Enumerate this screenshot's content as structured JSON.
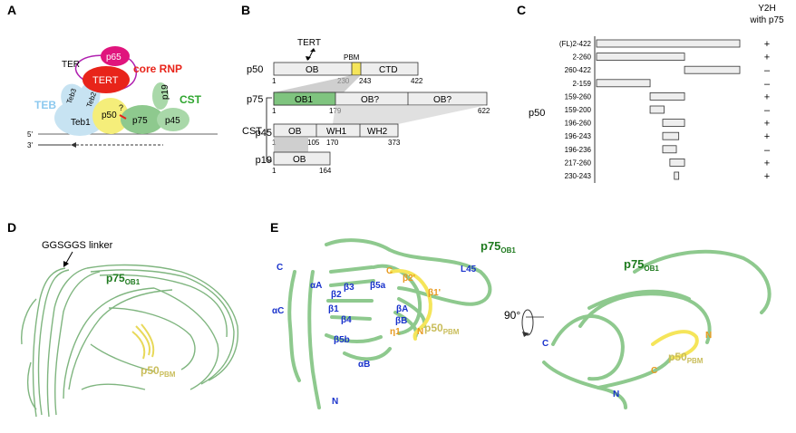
{
  "panels": {
    "A": "A",
    "B": "B",
    "C": "C",
    "D": "D",
    "E": "E"
  },
  "colors": {
    "ob_green": "#7fc47f",
    "protein_green": "#8ec98e",
    "pbm_yellow": "#f5e55a",
    "tert_red": "#e8241a",
    "p65_pink": "#e0157d",
    "teb_blue": "#c7e3f2",
    "box_gray": "#eeeeee",
    "cst_label": "#2ea52e",
    "teb_label": "#8cc9ef",
    "core_rnp_label": "#e8241a",
    "sse_blue": "#1a33cc",
    "sse_orange": "#e89a20",
    "pbm_label": "#c9bd5a",
    "p75_label": "#1e7a1e"
  },
  "panel_a": {
    "p65": "p65",
    "core_rnp": "core RNP",
    "ter": "TER",
    "tert": "TERT",
    "teb": "TEB",
    "teb3": "Teb3",
    "teb2": "Teb2",
    "teb1": "Teb1",
    "p50": "p50",
    "p19": "p19",
    "cst": "CST",
    "p75": "p75",
    "p45": "p45",
    "question": "?",
    "five_prime": "5'",
    "three_prime": "3'"
  },
  "panel_b": {
    "tert": "TERT",
    "pbm": "PBM",
    "cst": "CST",
    "proteins": [
      {
        "name": "p50",
        "domains": [
          "OB",
          "CTD"
        ],
        "numbers": [
          "1",
          "230",
          "243",
          "422"
        ]
      },
      {
        "name": "p75",
        "domains": [
          "OB1",
          "OB?",
          "OB?"
        ],
        "numbers": [
          "1",
          "179",
          "622"
        ]
      },
      {
        "name": "p45",
        "domains": [
          "OB",
          "WH1",
          "WH2"
        ],
        "numbers": [
          "1",
          "105",
          "170",
          "373"
        ]
      },
      {
        "name": "p19",
        "domains": [
          "OB"
        ],
        "numbers": [
          "1",
          "164"
        ]
      }
    ]
  },
  "panel_c": {
    "header_line1": "Y2H",
    "header_line2": "with p75",
    "side_label": "p50",
    "constructs": [
      {
        "label": "(FL)2-422",
        "start": 2,
        "end": 422,
        "result": "+"
      },
      {
        "label": "2-260",
        "start": 2,
        "end": 260,
        "result": "+"
      },
      {
        "label": "260-422",
        "start": 260,
        "end": 422,
        "result": "–"
      },
      {
        "label": "2-159",
        "start": 2,
        "end": 159,
        "result": "–"
      },
      {
        "label": "159-260",
        "start": 159,
        "end": 260,
        "result": "+"
      },
      {
        "label": "159-200",
        "start": 159,
        "end": 200,
        "result": "–"
      },
      {
        "label": "196-260",
        "start": 196,
        "end": 260,
        "result": "+"
      },
      {
        "label": "196-243",
        "start": 196,
        "end": 243,
        "result": "+"
      },
      {
        "label": "196-236",
        "start": 196,
        "end": 236,
        "result": "–"
      },
      {
        "label": "217-260",
        "start": 217,
        "end": 260,
        "result": "+"
      },
      {
        "label": "230-243",
        "start": 230,
        "end": 243,
        "result": "+"
      }
    ]
  },
  "panel_d": {
    "linker": "GGSGGS linker",
    "p75_main": "p75",
    "p75_sub": "OB1",
    "p50_main": "p50",
    "p50_sub": "PBM"
  },
  "panel_e": {
    "p75_main": "p75",
    "p75_sub": "OB1",
    "p50_main": "p50",
    "p50_sub": "PBM",
    "rotation": "90°",
    "blue_labels": [
      "C",
      "αA",
      "β2",
      "β3",
      "β1",
      "β4",
      "αC",
      "β5b",
      "αB",
      "N",
      "β5a",
      "βA",
      "βB",
      "L45"
    ],
    "orange_labels": [
      "C",
      "β2'",
      "β1'",
      "η1",
      "N"
    ],
    "right_blue": [
      "C",
      "N"
    ],
    "right_orange": [
      "N",
      "C"
    ]
  }
}
